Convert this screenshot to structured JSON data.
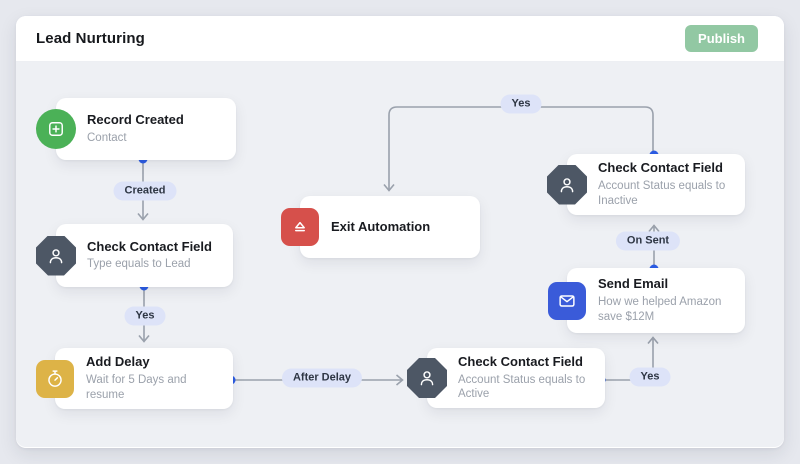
{
  "header": {
    "title": "Lead Nurturing",
    "publish_label": "Publish"
  },
  "colors": {
    "trigger_green": "#4bb157",
    "condition_slate": "#4d5765",
    "delay_amber": "#ddb347",
    "email_blue": "#3a5bd9",
    "exit_red": "#d6504b",
    "port_blue": "#2c5de5",
    "edge_gray": "#9aa1ac",
    "pill_bg": "#dde3f8",
    "publish_green": "#92c8a3",
    "canvas_bg": "#eef0f4"
  },
  "flow": {
    "nodes": [
      {
        "title": "Record Created",
        "subtitle": "Contact",
        "icon": "record-plus-icon",
        "shape": "circle"
      },
      {
        "title": "Check Contact Field",
        "subtitle": "Type equals to Lead",
        "icon": "person-icon",
        "shape": "octagon"
      },
      {
        "title": "Add Delay",
        "subtitle": "Wait for 5 Days and resume",
        "icon": "stopwatch-icon",
        "shape": "rounded-square"
      },
      {
        "title": "Check Contact Field",
        "subtitle": "Account Status equals to Active",
        "icon": "person-icon",
        "shape": "octagon"
      },
      {
        "title": "Send Email",
        "subtitle": "How we helped Amazon save $12M",
        "icon": "envelope-icon",
        "shape": "rounded-square"
      },
      {
        "title": "Check Contact Field",
        "subtitle": "Account Status equals to Inactive",
        "icon": "person-icon",
        "shape": "octagon"
      },
      {
        "title": "Exit Automation",
        "subtitle": "",
        "icon": "eject-icon",
        "shape": "rounded-square"
      }
    ],
    "edge_labels": [
      {
        "label": "Created"
      },
      {
        "label": "Yes"
      },
      {
        "label": "After Delay"
      },
      {
        "label": "Yes"
      },
      {
        "label": "On Sent"
      },
      {
        "label": "Yes"
      }
    ]
  }
}
